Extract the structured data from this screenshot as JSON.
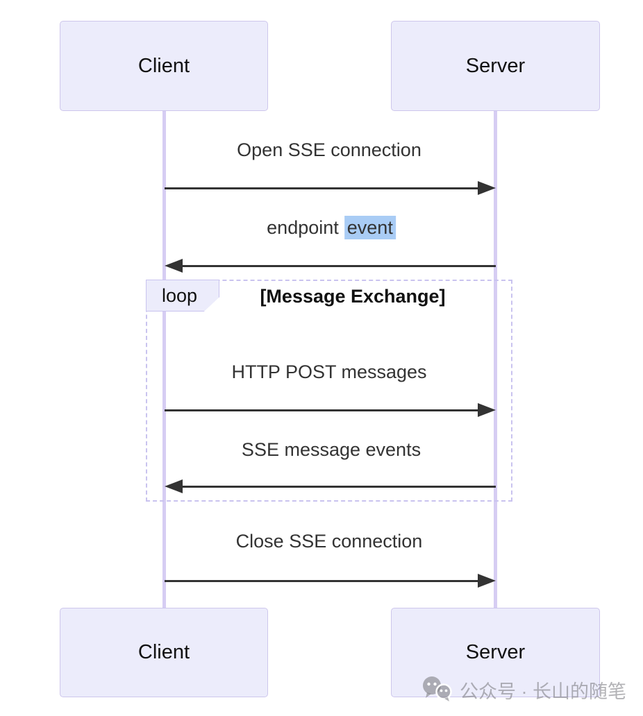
{
  "diagram": {
    "type": "sequence-diagram",
    "actors": {
      "client": "Client",
      "server": "Server"
    },
    "messages": {
      "m1": {
        "text": "Open SSE connection",
        "direction": "right"
      },
      "m2": {
        "prefix": "endpoint",
        "highlight": "event",
        "direction": "left"
      },
      "m3": {
        "text": "HTTP POST messages",
        "direction": "right"
      },
      "m4": {
        "text": "SSE message events",
        "direction": "left"
      },
      "m5": {
        "text": "Close SSE connection",
        "direction": "right"
      }
    },
    "loop": {
      "keyword": "loop",
      "condition": "[Message Exchange]"
    },
    "colors": {
      "actor_fill": "#ececfb",
      "actor_border": "#cdc6ec",
      "lifeline": "#d6cdf3",
      "arrow": "#333333",
      "loop_border": "#c9c3ef",
      "highlight": "#a9ccf5",
      "msg_text": "#333333",
      "strong_text": "#111111"
    }
  },
  "watermark": {
    "icon": "wechat-official-account-icon",
    "text": "公众号 · 长山的随笔"
  }
}
